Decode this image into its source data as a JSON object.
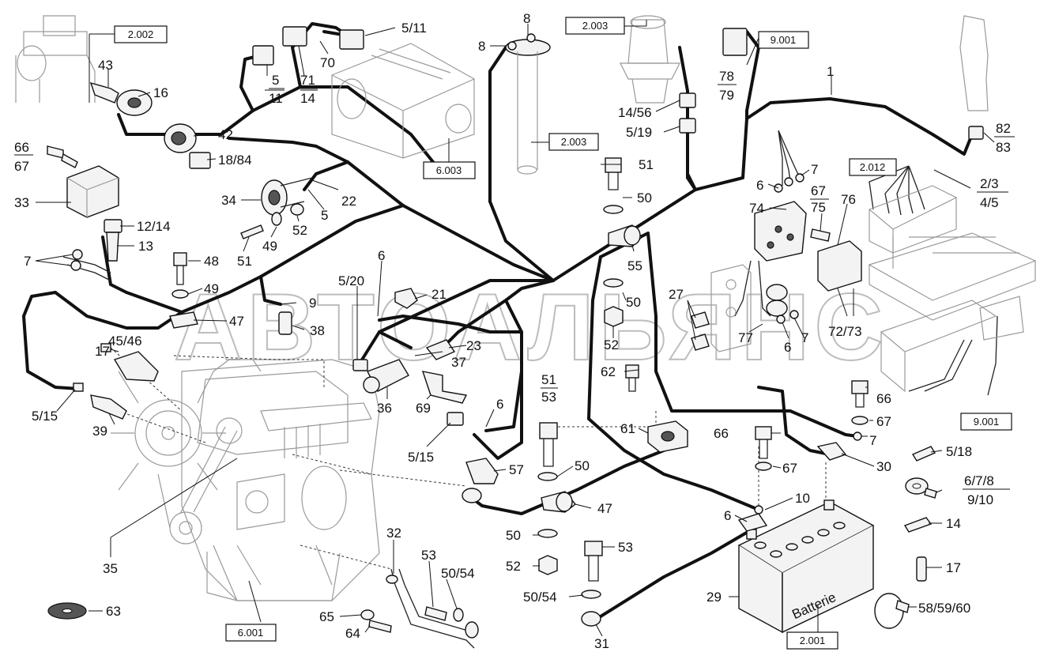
{
  "watermark": "АВТОАЛЬЯНС",
  "boxes": {
    "b_2002": "2.002",
    "b_2003_top": "2.003",
    "b_9001_top": "9.001",
    "b_2003_mid": "2.003",
    "b_6003": "6.003",
    "b_2012": "2.012",
    "b_9001_right": "9.001",
    "b_6001": "6.001",
    "b_2001": "2.001"
  },
  "labels": {
    "l43": "43",
    "l16": "16",
    "l42": "42",
    "l1884": "18/84",
    "l66": "66",
    "l67": "67",
    "l33": "33",
    "l1214": "12/14",
    "l13": "13",
    "l7a": "7",
    "l48": "48",
    "l49a": "49",
    "l47a": "47",
    "l4546": "45/46",
    "l17a": "17",
    "l515a": "5/15",
    "l39": "39",
    "l35": "35",
    "l63": "63",
    "l5": "5",
    "l11": "11",
    "l71": "71",
    "l14a": "14",
    "l70": "70",
    "l511": "5/11",
    "l34": "34",
    "l22": "22",
    "l5b": "5",
    "l52a": "52",
    "l51a": "51",
    "l49b": "49",
    "l520": "5/20",
    "l6a": "6",
    "l9": "9",
    "l38": "38",
    "l21": "21",
    "l23": "23",
    "l37": "37",
    "l36": "36",
    "l69": "69",
    "l6b": "6",
    "l515b": "5/15",
    "l57": "57",
    "l32": "32",
    "l53a": "53",
    "l5054a": "50/54",
    "l65": "65",
    "l64": "64",
    "l8a": "8",
    "l8b": "8",
    "l1456": "14/56",
    "l519": "5/19",
    "l51b": "51",
    "l50a": "50",
    "l55": "55",
    "l50b": "50",
    "l52b": "52",
    "l5153_top": "51",
    "l5153_bot": "53",
    "l50c": "50",
    "l47b": "47",
    "l50d": "50",
    "l52c": "52",
    "l62": "62",
    "l61": "61",
    "l53b": "53",
    "l5054b": "50/54",
    "l31": "31",
    "l7879_top": "78",
    "l7879_bot": "79",
    "l1": "1",
    "l6c": "6",
    "l7b": "7",
    "l6775_top": "67",
    "l6775_bot": "75",
    "l76": "76",
    "l74": "74",
    "l27": "27",
    "l77": "77",
    "l6d": "6",
    "l7c": "7",
    "l7273": "72/73",
    "l8283_top": "82",
    "l8283_bot": "83",
    "l23_45_top": "2/3",
    "l23_45_bot": "4/5",
    "l66b": "66",
    "l67b": "67",
    "l7d": "7",
    "l66c": "66",
    "l67c": "67",
    "l30": "30",
    "l10": "10",
    "l6e": "6",
    "l29": "29",
    "l518": "5/18",
    "l678_top": "6/7/8",
    "l678_bot": "9/10",
    "l14b": "14",
    "l17b": "17",
    "l585960": "58/59/60",
    "batterie": "Batterie"
  }
}
